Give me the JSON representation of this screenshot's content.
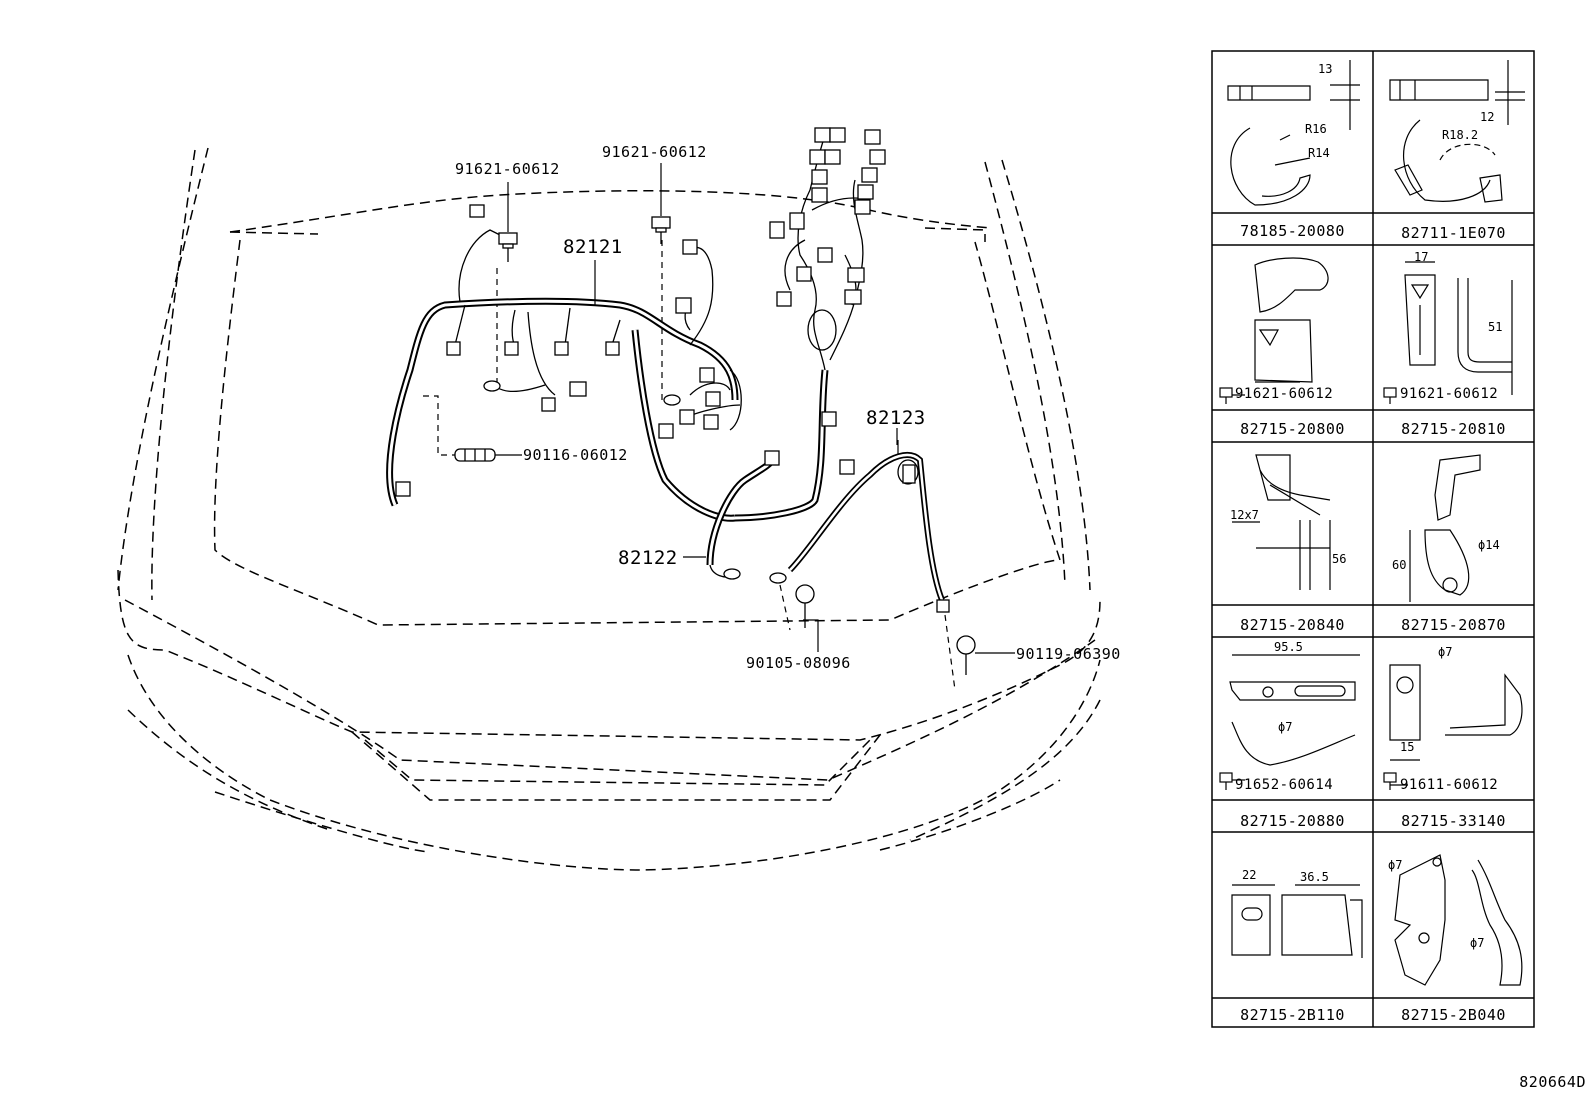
{
  "diagram_code": "820664D",
  "main_labels": {
    "bolt_left": "91621-60612",
    "bolt_center": "91621-60612",
    "harness_82121": "82121",
    "harness_82122": "82122",
    "harness_82123": "82123",
    "clamp_90116": "90116-06012",
    "bolt_90105": "90105-08096",
    "bolt_90119": "90119-06390"
  },
  "table": {
    "cells": [
      {
        "caption": "78185-20080",
        "dims": [
          "13",
          "R16",
          "R14"
        ]
      },
      {
        "caption": "82711-1E070",
        "dims": [
          "12",
          "R18.2"
        ]
      },
      {
        "caption": "82715-20800",
        "bolt": "91621-60612",
        "dims": []
      },
      {
        "caption": "82715-20810",
        "bolt": "91621-60612",
        "dims": [
          "17",
          "51"
        ]
      },
      {
        "caption": "82715-20840",
        "dims": [
          "12x7",
          "56"
        ]
      },
      {
        "caption": "82715-20870",
        "dims": [
          "60",
          "ϕ14"
        ]
      },
      {
        "caption": "82715-20880",
        "bolt": "91652-60614",
        "dims": [
          "95.5",
          "ϕ7"
        ]
      },
      {
        "caption": "82715-33140",
        "bolt": "91611-60612",
        "dims": [
          "ϕ7",
          "15"
        ]
      },
      {
        "caption": "82715-2B110",
        "dims": [
          "22",
          "36.5"
        ]
      },
      {
        "caption": "82715-2B040",
        "dims": [
          "ϕ7",
          "ϕ7"
        ]
      }
    ]
  }
}
